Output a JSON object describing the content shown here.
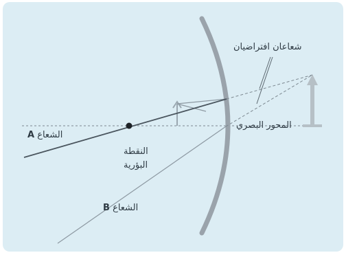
{
  "diagram": {
    "labels": {
      "virtual_rays": "شعاعان افتراضيان",
      "optical_axis": "المحور البصري",
      "ray_a_word": "الشعاع",
      "ray_a_letter": "A",
      "focal_line1": "النقطة",
      "focal_line2": "البؤرية",
      "ray_b_word": "الشعاع",
      "ray_b_letter": "B"
    },
    "colors": {
      "background": "#dcedf4",
      "mirror": "#9aa3ab",
      "ray": "#6d7c88",
      "ray_dark": "#3a444c",
      "axis": "#7c8890",
      "virtual": "#7c8890",
      "image": "#b6c0c6",
      "focal_point": "#1c2126",
      "text": "#2f3b44"
    },
    "icons": {
      "real_object": "arrow-up",
      "virtual_image": "arrow-up"
    }
  }
}
